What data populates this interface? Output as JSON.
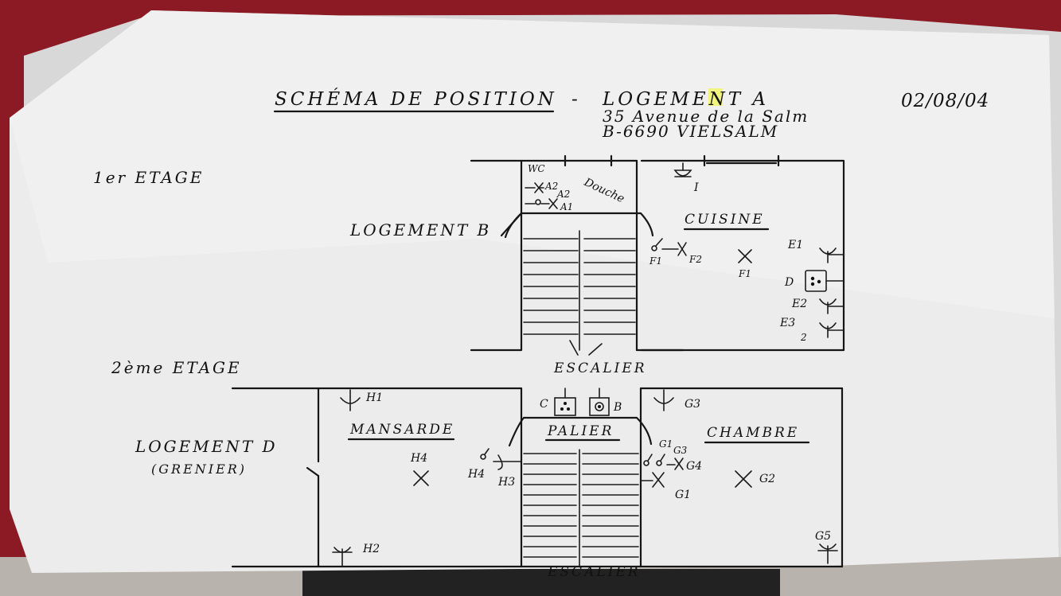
{
  "header": {
    "title": "SCHÉMA DE POSITION",
    "dash": "-",
    "logement": "LOGEMENT A",
    "address_line1": "35 Avenue de la Salm",
    "address_line2": "B-6690 VIELSALM",
    "date": "02/08/04"
  },
  "floor1": {
    "label": "1er ETAGE",
    "neighbor": "LOGEMENT B",
    "rooms": {
      "wc": "WC",
      "douche": "Douche",
      "cuisine": "CUISINE"
    },
    "points": {
      "a2": "A2",
      "a2b": "A2",
      "a1": "A1",
      "i": "I",
      "f1": "F1",
      "f2": "F2",
      "f1b": "F1",
      "e1": "E1",
      "d": "D",
      "e2": "E2",
      "e3": "E3",
      "e3b": "2"
    },
    "stair_label": "ESCALIER"
  },
  "floor2": {
    "label": "2ème ETAGE",
    "neighbor_line1": "LOGEMENT D",
    "neighbor_line2": "(GRENIER)",
    "rooms": {
      "mansarde": "MANSARDE",
      "palier": "PALIER",
      "chambre": "CHAMBRE"
    },
    "points": {
      "h1": "H1",
      "h2": "H2",
      "h3": "H3",
      "h4": "H4",
      "h4b": "H4",
      "c": "C",
      "b": "B",
      "g1": "G1",
      "g2": "G2",
      "g3": "G3",
      "g4": "G4",
      "g5": "G5",
      "g1b": "G1",
      "g3b": "G3"
    },
    "stair_label": "ESCALIER"
  }
}
